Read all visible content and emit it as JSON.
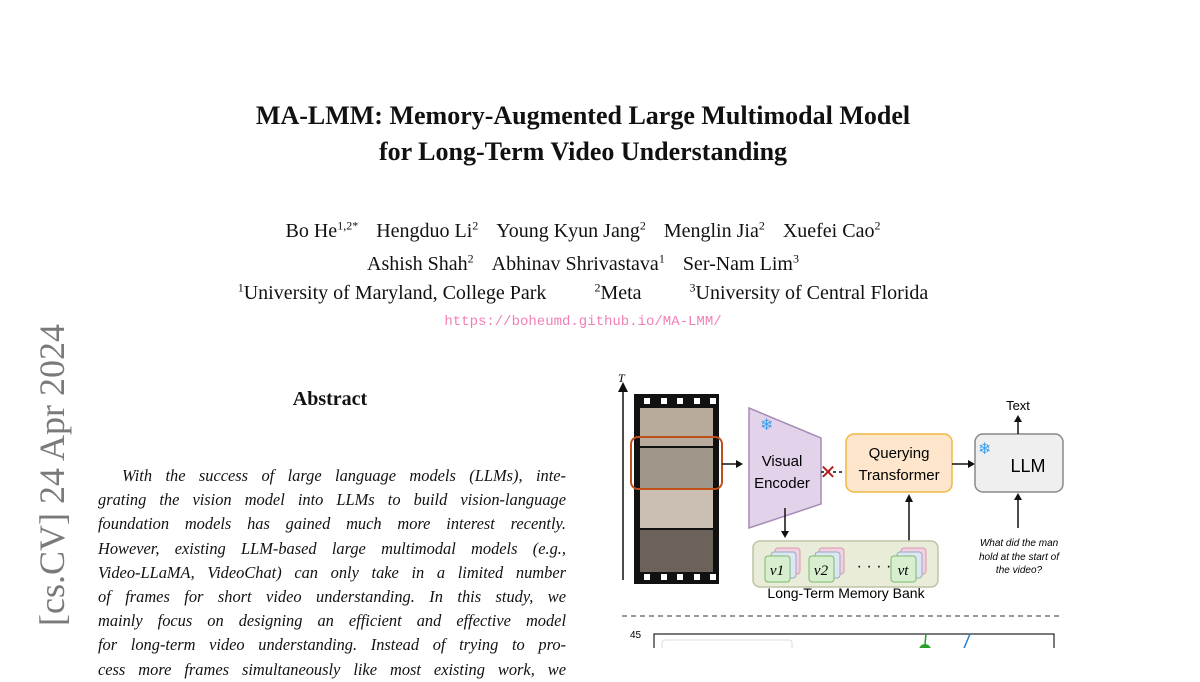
{
  "title": [
    "MA-LMM: Memory-Augmented Large Multimodal Model",
    "for Long-Term Video Understanding"
  ],
  "authors_line1": [
    {
      "name": "Bo He",
      "sup": "1,2*"
    },
    {
      "name": "Hengduo Li",
      "sup": "2"
    },
    {
      "name": "Young Kyun Jang",
      "sup": "2"
    },
    {
      "name": "Menglin Jia",
      "sup": "2"
    },
    {
      "name": "Xuefei Cao",
      "sup": "2"
    }
  ],
  "authors_line2": [
    {
      "name": "Ashish Shah",
      "sup": "2"
    },
    {
      "name": "Abhinav Shrivastava",
      "sup": "1"
    },
    {
      "name": "Ser-Nam Lim",
      "sup": "3"
    }
  ],
  "affiliations": [
    {
      "sup": "1",
      "name": "University of Maryland, College Park"
    },
    {
      "sup": "2",
      "name": "Meta"
    },
    {
      "sup": "3",
      "name": "University of Central Florida"
    }
  ],
  "url": "https://boheumd.github.io/MA-LMM/",
  "arxiv_stamp": "[cs.CV]  24 Apr 2024",
  "abstract": {
    "heading": "Abstract",
    "lines": [
      "With the success of large language models (LLMs), inte-",
      "grating the vision model into LLMs to build vision-language",
      "foundation models has gained much more interest recently.",
      "However, existing LLM-based large multimodal models (e.g.,",
      "Video-LLaMA, VideoChat) can only take in a limited number",
      "of frames for short video understanding. In this study, we",
      "mainly focus on designing an efficient and effective model",
      "for long-term video understanding. Instead of trying to pro-",
      "cess more frames simultaneously like most existing work, we"
    ]
  },
  "figure": {
    "time_axis": "T",
    "visual_encoder": [
      "Visual",
      "Encoder"
    ],
    "qformer": [
      "Querying",
      "Transformer"
    ],
    "llm": "LLM",
    "output": "Text",
    "question": [
      "What did the man",
      "hold at the start of",
      "the video?"
    ],
    "memory_bank": "Long-Term Memory Bank",
    "memory_items": [
      "v1",
      "v2",
      "vt"
    ],
    "chart_tick_top": "45"
  }
}
